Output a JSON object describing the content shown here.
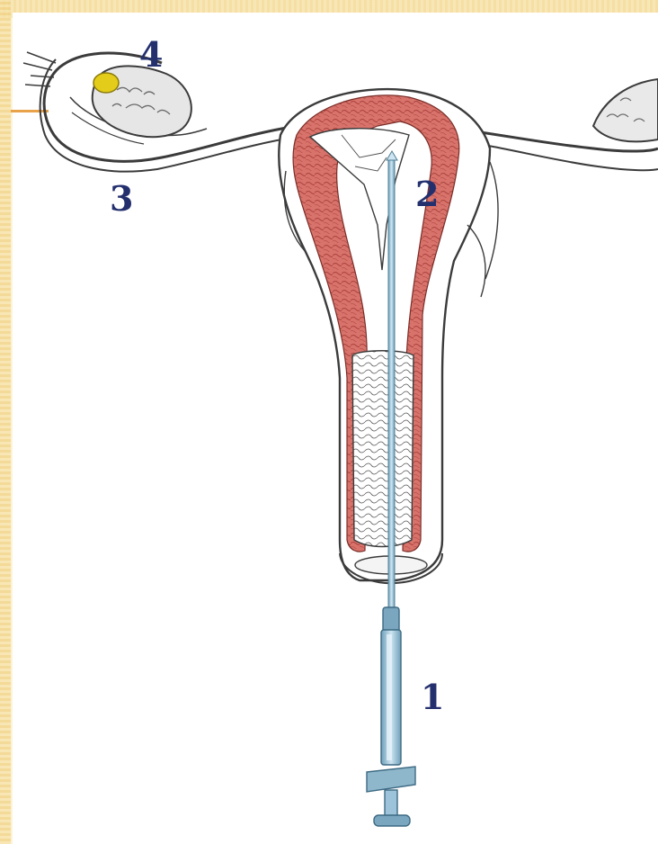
{
  "diagram": {
    "labels": [
      {
        "id": "1",
        "text": "1"
      },
      {
        "id": "2",
        "text": "2"
      },
      {
        "id": "3",
        "text": "3"
      },
      {
        "id": "4",
        "text": "4"
      }
    ]
  },
  "colors": {
    "background": "#fbf3d6",
    "accent": "#e9a24a",
    "muscle": "#d8736c",
    "muscle_dark": "#a9403a",
    "outline": "#3b3b3b",
    "catheter": "#9cc3d9",
    "catheter_dark": "#4f7f98",
    "ovary_follicle": "#e4cc1a",
    "label": "#24306e"
  },
  "icons": [
    "syringe-icon",
    "catheter-icon",
    "ovary-icon",
    "follicle-icon"
  ]
}
